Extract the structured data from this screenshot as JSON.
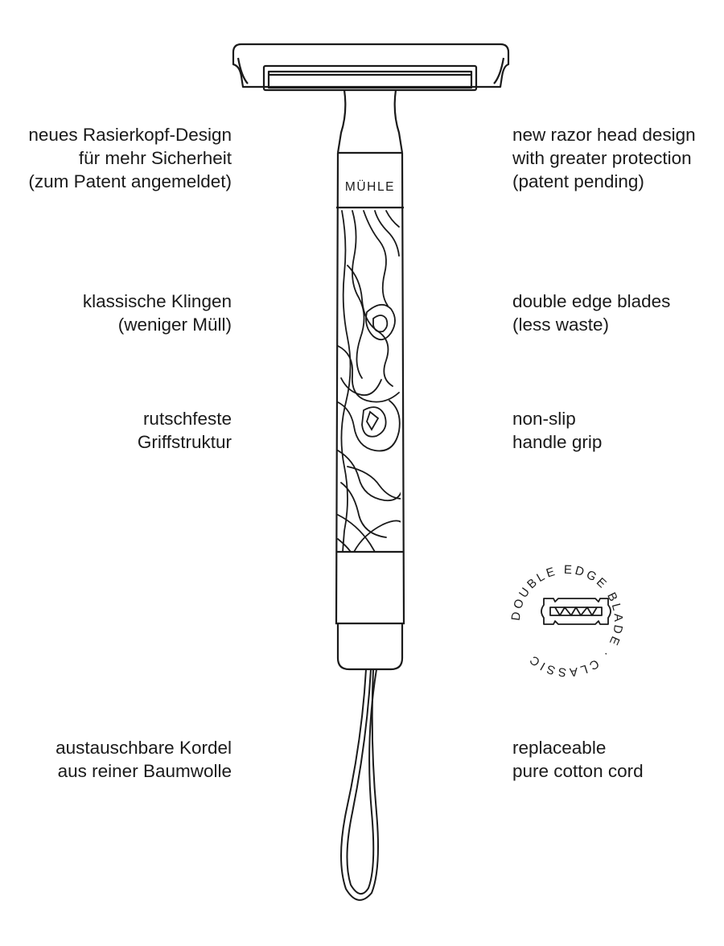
{
  "brand_engraving": "MÜHLE",
  "features_de": [
    {
      "lines": [
        "neues Rasierkopf-Design",
        "für mehr Sicherheit",
        "(zum Patent angemeldet)"
      ]
    },
    {
      "lines": [
        "klassische Klingen",
        "(weniger Müll)"
      ]
    },
    {
      "lines": [
        "rutschfeste",
        "Griffstruktur"
      ]
    },
    {
      "lines": [
        "austauschbare Kordel",
        "aus reiner Baumwolle"
      ]
    }
  ],
  "features_en": [
    {
      "lines": [
        "new razor head design",
        "with greater protection",
        "(patent pending)"
      ]
    },
    {
      "lines": [
        "double edge blades",
        "(less waste)"
      ]
    },
    {
      "lines": [
        "non-slip",
        "handle grip"
      ]
    },
    {
      "lines": [
        "replaceable",
        "pure cotton cord"
      ]
    }
  ],
  "badge": {
    "ring_text": "DOUBLE EDGE BLADE · CLASSIC",
    "blade_icon": "double-edge-blade-icon"
  },
  "colors": {
    "line": "#1a1a1a",
    "background": "#ffffff"
  }
}
